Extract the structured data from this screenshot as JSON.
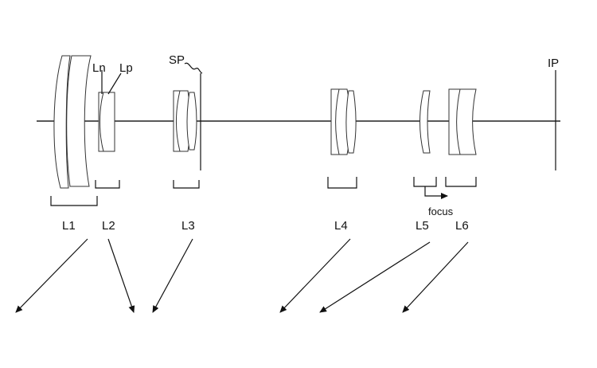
{
  "diagram": {
    "labels": {
      "ln": "Ln",
      "lp": "Lp",
      "sp": "SP",
      "ip": "IP",
      "focus": "focus"
    },
    "groups": [
      "L1",
      "L2",
      "L3",
      "L4",
      "L5",
      "L6"
    ]
  }
}
